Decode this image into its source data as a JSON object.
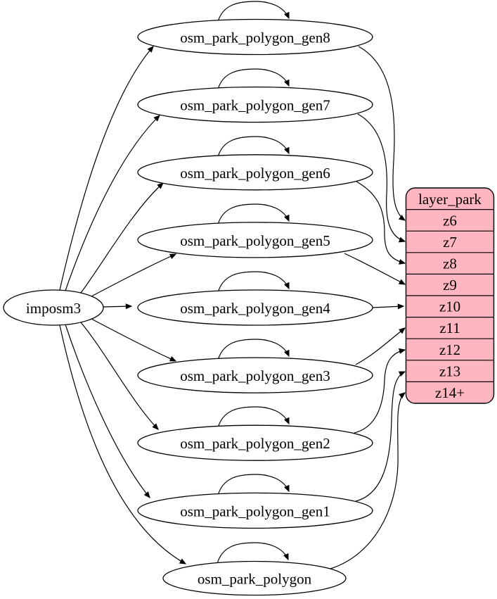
{
  "source_node": {
    "label": "imposm3"
  },
  "table_nodes": [
    {
      "label": "osm_park_polygon_gen8",
      "from": "imposm3",
      "self_loop": true,
      "maps_to": "z6"
    },
    {
      "label": "osm_park_polygon_gen7",
      "from": "imposm3",
      "self_loop": true,
      "maps_to": "z7"
    },
    {
      "label": "osm_park_polygon_gen6",
      "from": "imposm3",
      "self_loop": true,
      "maps_to": "z8"
    },
    {
      "label": "osm_park_polygon_gen5",
      "from": "imposm3",
      "self_loop": true,
      "maps_to": "z9"
    },
    {
      "label": "osm_park_polygon_gen4",
      "from": "imposm3",
      "self_loop": true,
      "maps_to": "z10"
    },
    {
      "label": "osm_park_polygon_gen3",
      "from": "imposm3",
      "self_loop": true,
      "maps_to": "z11"
    },
    {
      "label": "osm_park_polygon_gen2",
      "from": "imposm3",
      "self_loop": true,
      "maps_to": "z12"
    },
    {
      "label": "osm_park_polygon_gen1",
      "from": "imposm3",
      "self_loop": true,
      "maps_to": "z13"
    },
    {
      "label": "osm_park_polygon",
      "from": "imposm3",
      "self_loop": true,
      "maps_to": "z14+"
    }
  ],
  "layer_node": {
    "header": "layer_park",
    "rows": [
      "z6",
      "z7",
      "z8",
      "z9",
      "z10",
      "z11",
      "z12",
      "z13",
      "z14+"
    ]
  },
  "colors": {
    "layer_fill": "#ffb6c1",
    "node_fill": "#ffffff",
    "stroke": "#000000",
    "background": "#ffffff"
  }
}
